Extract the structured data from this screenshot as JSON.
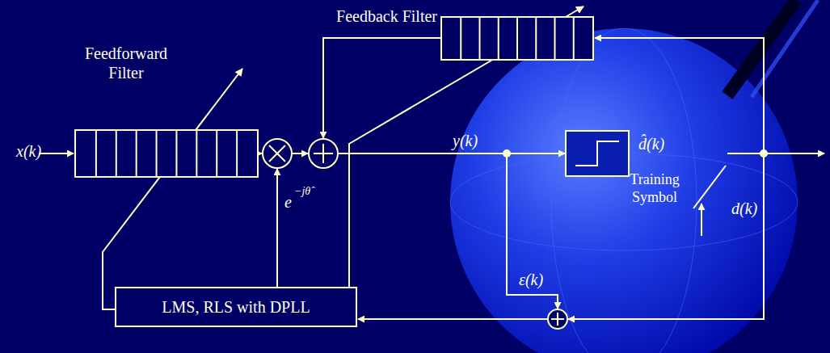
{
  "diagram": {
    "nodes": [
      {
        "text": [
          "Feedback Filter"
        ]
      },
      {
        "text": [
          "Feedforward Filter"
        ]
      },
      {
        "text": [
          "LMS, RLS with DPLL"
        ]
      }
    ],
    "edges": [
      {
        "from": 2,
        "to": 1,
        "arrow": "to"
      },
      {
        "from": 2,
        "to": 0,
        "arrow": "to"
      }
    ],
    "labels": [
      "x(k)",
      "y(k)",
      "d̂(k)",
      "d(k)",
      "Training Symbol",
      "ε(k)",
      "e",
      "−jθ̂"
    ]
  }
}
